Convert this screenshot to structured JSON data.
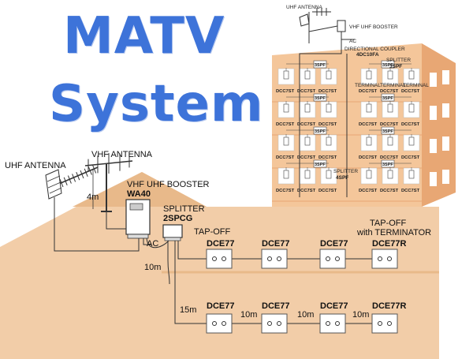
{
  "title": {
    "line1": "MATV",
    "line2": "System"
  },
  "colors": {
    "title": "#3d73d9",
    "house": "#f2cda8",
    "house_dark": "#e8b98a",
    "building": "#f4c69a",
    "building_side": "#e8a774",
    "window": "#ffffff",
    "line": "#222222"
  },
  "main": {
    "uhf_antenna": "UHF ANTENNA",
    "vhf_antenna": "VHF ANTENNA",
    "mast_height": "4m",
    "booster_label": "VHF UHF BOOSTER",
    "booster_model": "WA40",
    "ac": "AC",
    "splitter_label": "SPLITTER",
    "splitter_model": "2SPCG",
    "tapoff_label": "TAP-OFF",
    "tapoff_term_label1": "TAP-OFF",
    "tapoff_term_label2": "with TERMINATOR",
    "run_10m": "10m",
    "run_15m": "15m",
    "outlets_row1": [
      "DCE77",
      "DCE77",
      "DCE77",
      "DCE77R"
    ],
    "outlets_row2": [
      "DCE77",
      "DCE77",
      "DCE77",
      "DCE77R"
    ],
    "spacing_row2": [
      "10m",
      "10m",
      "10m"
    ]
  },
  "inset": {
    "uhf_antenna": "UHF ANTENNA",
    "vhf_booster": "VHF UHF BOOSTER",
    "ac": "AC",
    "coupler_label": "DIRECTIONAL COUPLER",
    "coupler_model": "4DC10FA",
    "splitter_top": "SPLITTER",
    "splitter_top_model": "3SPF",
    "splitter_bottom": "SPLITTER",
    "splitter_bottom_model": "4SPF",
    "terminal": "TERMINAL",
    "spf": "3SPF",
    "outlet": "DCC7ST"
  }
}
